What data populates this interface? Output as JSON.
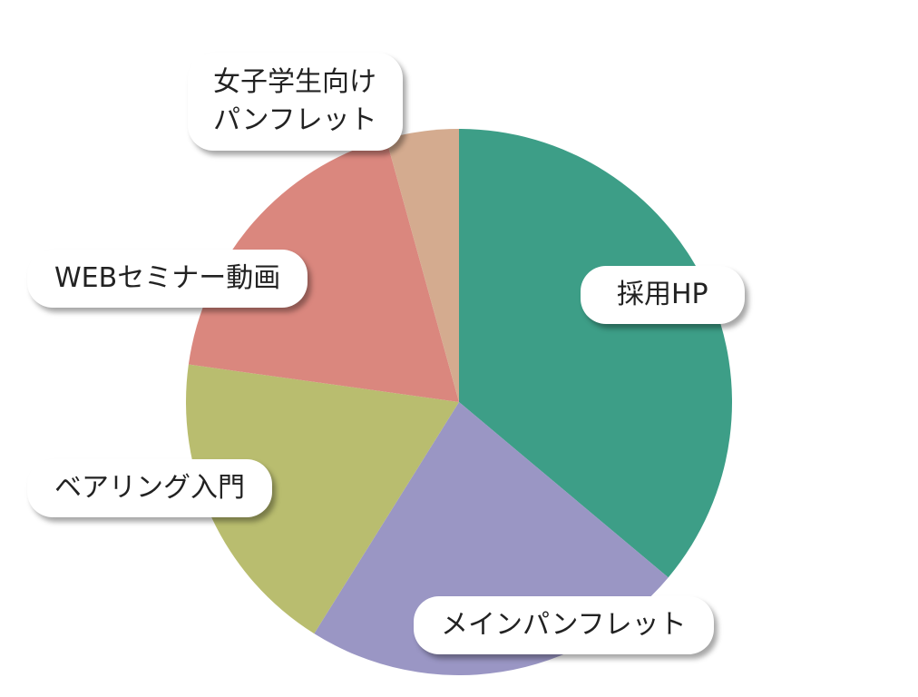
{
  "chart_data": {
    "type": "pie",
    "title": "",
    "start_angle_deg": 0,
    "direction": "clockwise",
    "slices": [
      {
        "label": "採用HP",
        "value": 36.1,
        "color": "#3d9e87"
      },
      {
        "label": "メインパンフレット",
        "value": 22.8,
        "color": "#9a96c4"
      },
      {
        "label": "ベアリング入門",
        "value": 18.3,
        "color": "#b9bd6f"
      },
      {
        "label": "WEBセミナー動画",
        "value": 18.5,
        "color": "#da877e"
      },
      {
        "label": "女子学生向け\nパンフレット",
        "value": 4.3,
        "color": "#d4ab8f"
      }
    ]
  }
}
